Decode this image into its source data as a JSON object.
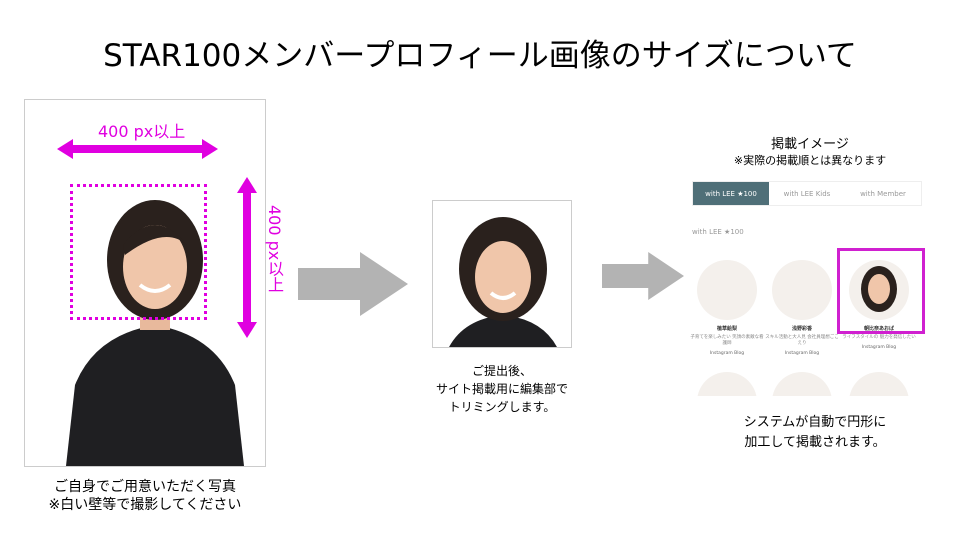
{
  "title": "STAR100メンバープロフィール画像のサイズについて",
  "left": {
    "width_label": "400 px以上",
    "height_label": "400 px以上",
    "caption_line1": "ご自身でご用意いただく写真",
    "caption_line2": "※白い壁等で撮影してください"
  },
  "middle": {
    "caption_line1": "ご提出後、",
    "caption_line2": "サイト掲載用に編集部で",
    "caption_line3": "トリミングします。"
  },
  "right": {
    "heading": "掲載イメージ",
    "note": "※実際の掲載順とは異なります",
    "tabs": [
      {
        "label": "with LEE ★100"
      },
      {
        "label": "with LEE Kids"
      },
      {
        "label": "with Member"
      }
    ],
    "section_label": "with LEE ★100",
    "cards": [
      {
        "name": "植草絵梨",
        "desc": "子育てを楽しみたい 笑顔の素敵な看護師",
        "links": "Instagram  Blog"
      },
      {
        "name": "浅野彩香",
        "desc": "スキル活動と大人見 会社員理想ごこえり",
        "links": "Instagram  Blog"
      },
      {
        "name": "朝比奈あおば",
        "desc": "ライフスタイルの 魅力を発信したい",
        "links": "Instagram  Blog"
      }
    ],
    "caption_line1": "システムが自動で円形に",
    "caption_line2": "加工して掲載されます。"
  },
  "colors": {
    "accent": "#e000e0",
    "arrow": "#b3b3b3",
    "tab": "#4f6f78"
  }
}
